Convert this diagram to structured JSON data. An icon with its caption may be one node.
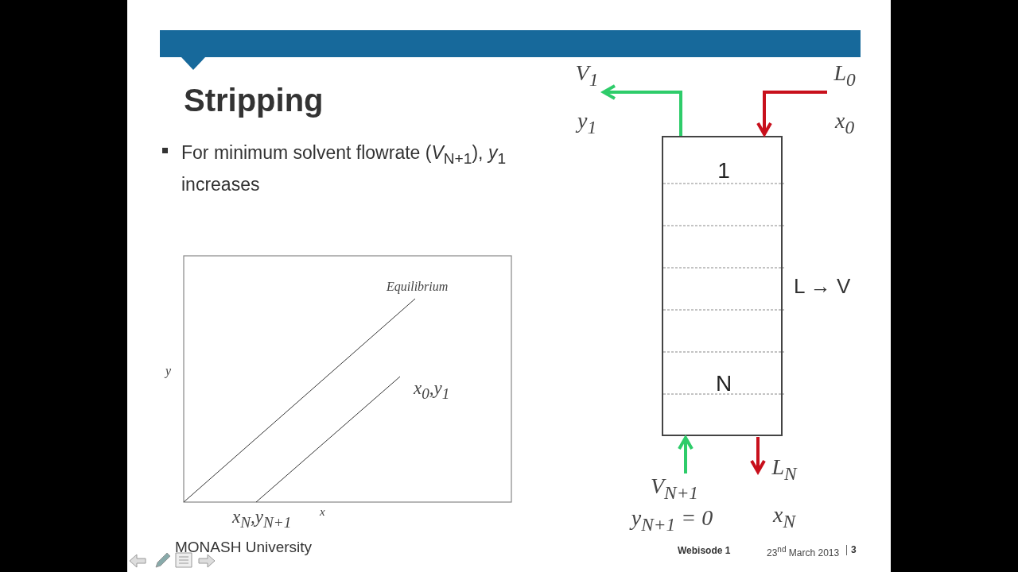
{
  "diagram": {
    "title": "Stripping",
    "nodes": [
      {
        "text": [
          "1",
          "N"
        ],
        "beside": [
          "L → V"
        ]
      },
      {
        "text": [
          "V$_{1}$",
          "y$_{1}$"
        ]
      },
      {
        "text": [
          "L$_{0}$",
          "x$_{0}$"
        ]
      },
      {
        "text": [
          "V$_{N+1}$",
          "y$_{N+1}$ = 0"
        ]
      },
      {
        "text": [
          "L$_{N}$",
          "x$_{N}$"
        ]
      }
    ],
    "edges": [
      {
        "from": 0,
        "to": 1,
        "arrow": "to",
        "color": "#2ecc6a"
      },
      {
        "from": 2,
        "to": 0,
        "arrow": "to",
        "color": "#c8101c"
      },
      {
        "from": 3,
        "to": 0,
        "arrow": "to",
        "color": "#2ecc6a"
      },
      {
        "from": 0,
        "to": 4,
        "arrow": "to",
        "color": "#c8101c"
      }
    ],
    "labels": [
      "For minimum solvent flowrate (*V*$_{N+1}$), *y*$_{1}$ increases",
      "Equilibrium",
      "y",
      "x$_{0}$,y$_{1}$",
      "x",
      "x$_{N}$,y$_{N+1}$",
      "MONASH University",
      "Webisode 1",
      "23$^{nd}$ March 2013",
      "3"
    ]
  }
}
